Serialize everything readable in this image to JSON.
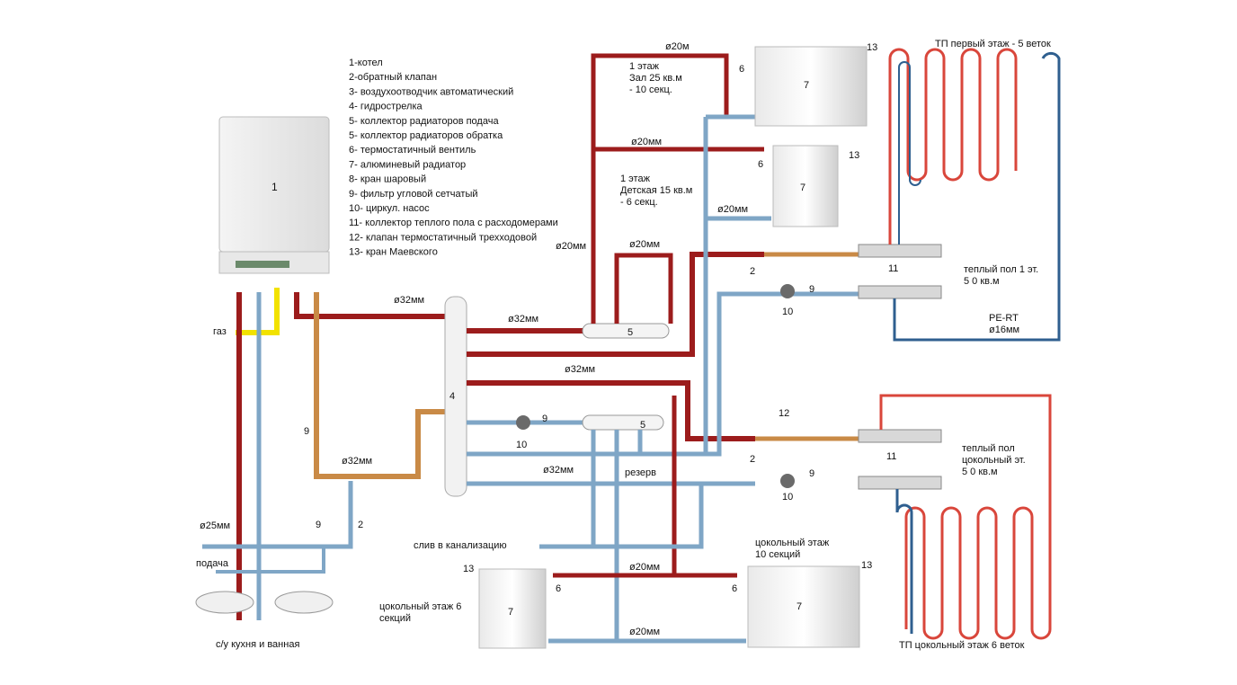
{
  "legend": [
    "1-котел",
    "2-обратный клапан",
    "3- воздухоотводчик автоматический",
    "4- гидрострелка",
    "5- коллектор радиаторов подача",
    "5- коллектор радиаторов обратка",
    "6- термостатичный вентиль",
    "7- алюминевый радиатор",
    "8- кран шаровый",
    "9- фильтр угловой сетчатый",
    "10- циркул. насос",
    "11- коллектор теплого пола с расходомерами",
    "12- клапан термостатичный трехходовой",
    "13- кран Маевского"
  ],
  "labels": {
    "boiler": "1",
    "gas": "газ",
    "hydro": "4",
    "d32_boiler": "ø32мм",
    "d32_col_top": "ø32мм",
    "d32_mid": "ø32мм",
    "d32_lower": "ø32мм",
    "d32_bottom": "ø32мм",
    "d20_col": "ø20мм",
    "d20_top": "ø20м",
    "d20_mid": "ø20мм",
    "d20_ret": "ø20мм",
    "d20_loop": "ø20мм",
    "d20_base_top": "ø20мм",
    "d20_base_bot": "ø20мм",
    "d25": "ø25мм",
    "d16": "ø16мм",
    "pe_rt": "PE-RT",
    "floor1_room": "1 этаж\nЗал 25 кв.м\n- 10 секц.",
    "floor1_child": "1 этаж\nДетская 15 кв.м\n- 6 секц.",
    "tp_first": "ТП первый этаж - 5 веток",
    "tp_base": "ТП цокольный этаж 6 веток",
    "warm1": "теплый пол 1 эт.\n5 0 кв.м",
    "warm_base": "теплый пол\nцокольный эт.\n5 0 кв.м",
    "reserve": "резерв",
    "drain": "слив в канализацию",
    "supply": "подача",
    "sinks": "с/у кухня и  ванная",
    "base_left": "цокольный этаж 6\nсекций",
    "base_right": "цокольный этаж\n10 секций",
    "n5a": "5",
    "n5b": "5",
    "n6a": "6",
    "n6b": "6",
    "n6c": "6",
    "n6d": "6",
    "n7a": "7",
    "n7b": "7",
    "n7c": "7",
    "n7d": "7",
    "n13a": "13",
    "n13b": "13",
    "n13c": "13",
    "n13d": "13",
    "n11a": "11",
    "n11b": "11",
    "n2a": "2",
    "n2b": "2",
    "n2c": "2",
    "n9a": "9",
    "n9b": "9",
    "n9c": "9",
    "n9d": "9",
    "n9e": "9",
    "n10a": "10",
    "n10b": "10",
    "n10c": "10",
    "n12": "12"
  },
  "colors": {
    "supply": "#9c1c1c",
    "return": "#7fa6c6",
    "boiler_return": "#c98a46",
    "gas": "#f2e200",
    "floor_red": "#d9463b",
    "floor_blue": "#2f5f8f"
  }
}
